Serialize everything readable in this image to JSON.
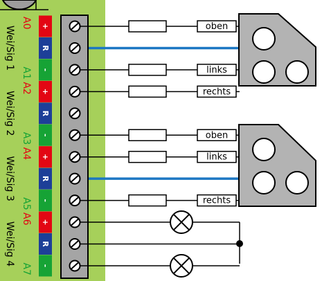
{
  "groups": [
    {
      "sig": "Wei/Sig 1",
      "a_top": "A0",
      "a_bottom": "A1"
    },
    {
      "sig": "Wei/Sig 2",
      "a_top": "A2",
      "a_bottom": "A3"
    },
    {
      "sig": "Wei/Sig 3",
      "a_top": "A4",
      "a_bottom": "A5"
    },
    {
      "sig": "Wei/Sig 4",
      "a_top": "A6",
      "a_bottom": "A7"
    }
  ],
  "chips": {
    "plus": "+",
    "r": "R",
    "minus": "-"
  },
  "wires": {
    "w1": "oben",
    "w3": "links",
    "w4": "rechts",
    "w5": "oben",
    "w6": "links",
    "w8": "rechts"
  },
  "colors": {
    "board_green": "#a6d05a",
    "terminal_gray": "#a5a5a5",
    "chip_red": "#e30613",
    "chip_blue": "#1d3f98",
    "chip_green": "#16a335",
    "label_red": "#e30613",
    "label_green": "#16a335",
    "wire_blue": "#1c77c3",
    "signal_gray": "#b3b3b3"
  }
}
